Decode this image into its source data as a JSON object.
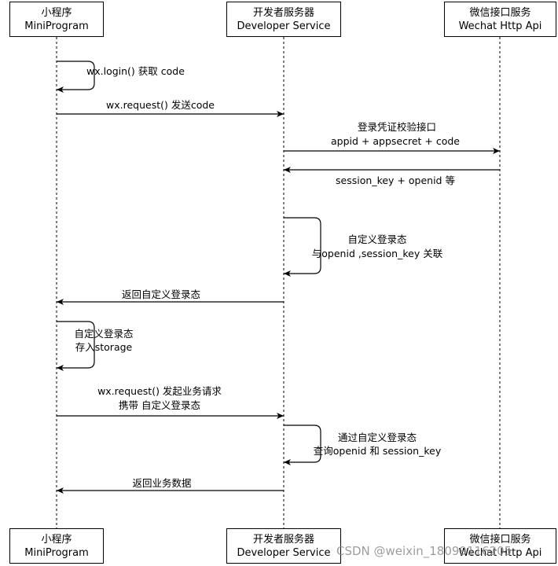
{
  "participants": [
    {
      "name": "小程序",
      "sub": "MiniProgram"
    },
    {
      "name": "开发者服务器",
      "sub": "Developer Service"
    },
    {
      "name": "微信接口服务",
      "sub": "Wechat Http Api"
    }
  ],
  "messages": {
    "login": "wx.login() 获取 code",
    "send_code": "wx.request() 发送code",
    "verify_line1": "登录凭证校验接口",
    "verify_line2": "appid + appsecret + code",
    "session_return": "session_key + openid 等",
    "custom_state_line1": "自定义登录态",
    "custom_state_line2": "与openid ,session_key 关联",
    "return_state": "返回自定义登录态",
    "store_line1": "自定义登录态",
    "store_line2": "存入storage",
    "biz_request_line1": "wx.request() 发起业务请求",
    "biz_request_line2": "携带 自定义登录态",
    "query_line1": "通过自定义登录态",
    "query_line2": "查询openid 和 session_key",
    "return_data": "返回业务数据"
  },
  "watermark": "CSDN @weixin_18099116205"
}
